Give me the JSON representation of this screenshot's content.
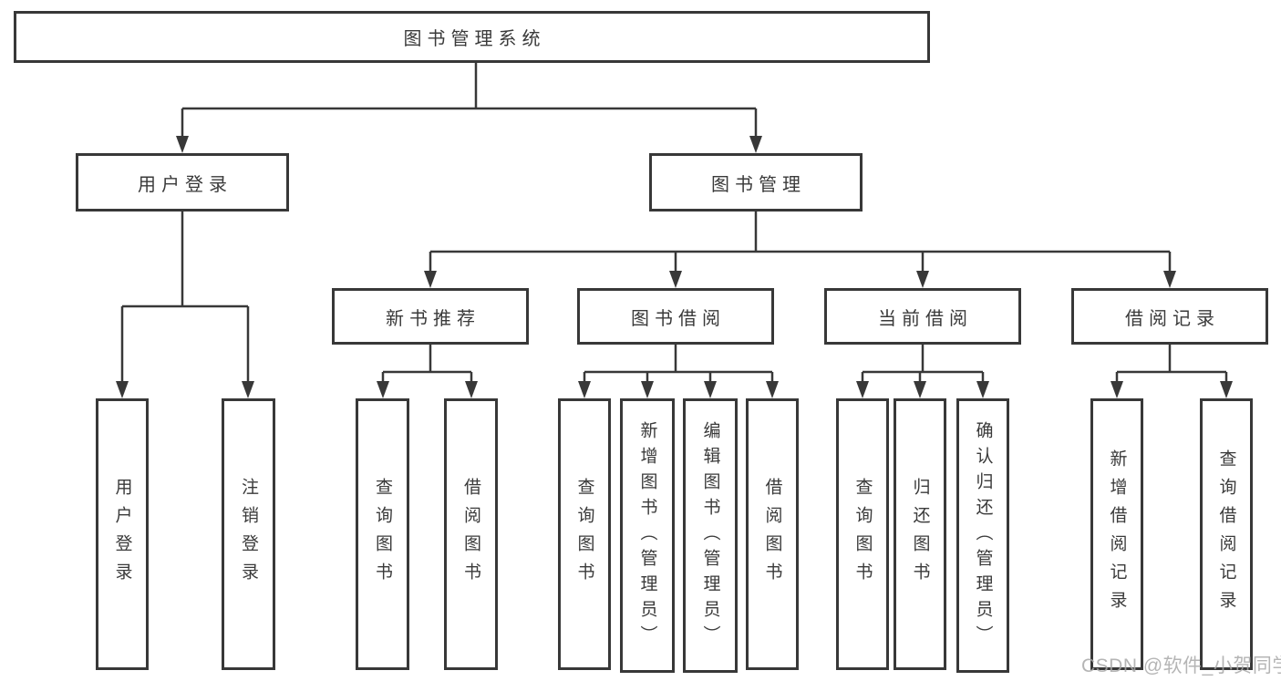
{
  "diagram": {
    "root": {
      "label": "图书管理系统"
    },
    "level2": [
      {
        "label": "用户登录",
        "children": [
          {
            "label": "用户登录"
          },
          {
            "label": "注销登录"
          }
        ]
      },
      {
        "label": "图书管理",
        "children": [
          {
            "label": "新书推荐",
            "children": [
              {
                "label": "查询图书"
              },
              {
                "label": "借阅图书"
              }
            ]
          },
          {
            "label": "图书借阅",
            "children": [
              {
                "label": "查询图书"
              },
              {
                "label": "新增图书（管理员）"
              },
              {
                "label": "编辑图书（管理员）"
              },
              {
                "label": "借阅图书"
              }
            ]
          },
          {
            "label": "当前借阅",
            "children": [
              {
                "label": "查询图书"
              },
              {
                "label": "归还图书"
              },
              {
                "label": "确认归还（管理员）"
              }
            ]
          },
          {
            "label": "借阅记录",
            "children": [
              {
                "label": "新增借阅记录"
              },
              {
                "label": "查询借阅记录"
              }
            ]
          }
        ]
      }
    ]
  },
  "watermark": {
    "text": "CSDN @软件_小贺同学"
  },
  "colors": {
    "line": "#383838",
    "box_border": "#383838",
    "text": "#3a3a3a",
    "watermark": "#a8a8a8",
    "background": "#ffffff"
  }
}
